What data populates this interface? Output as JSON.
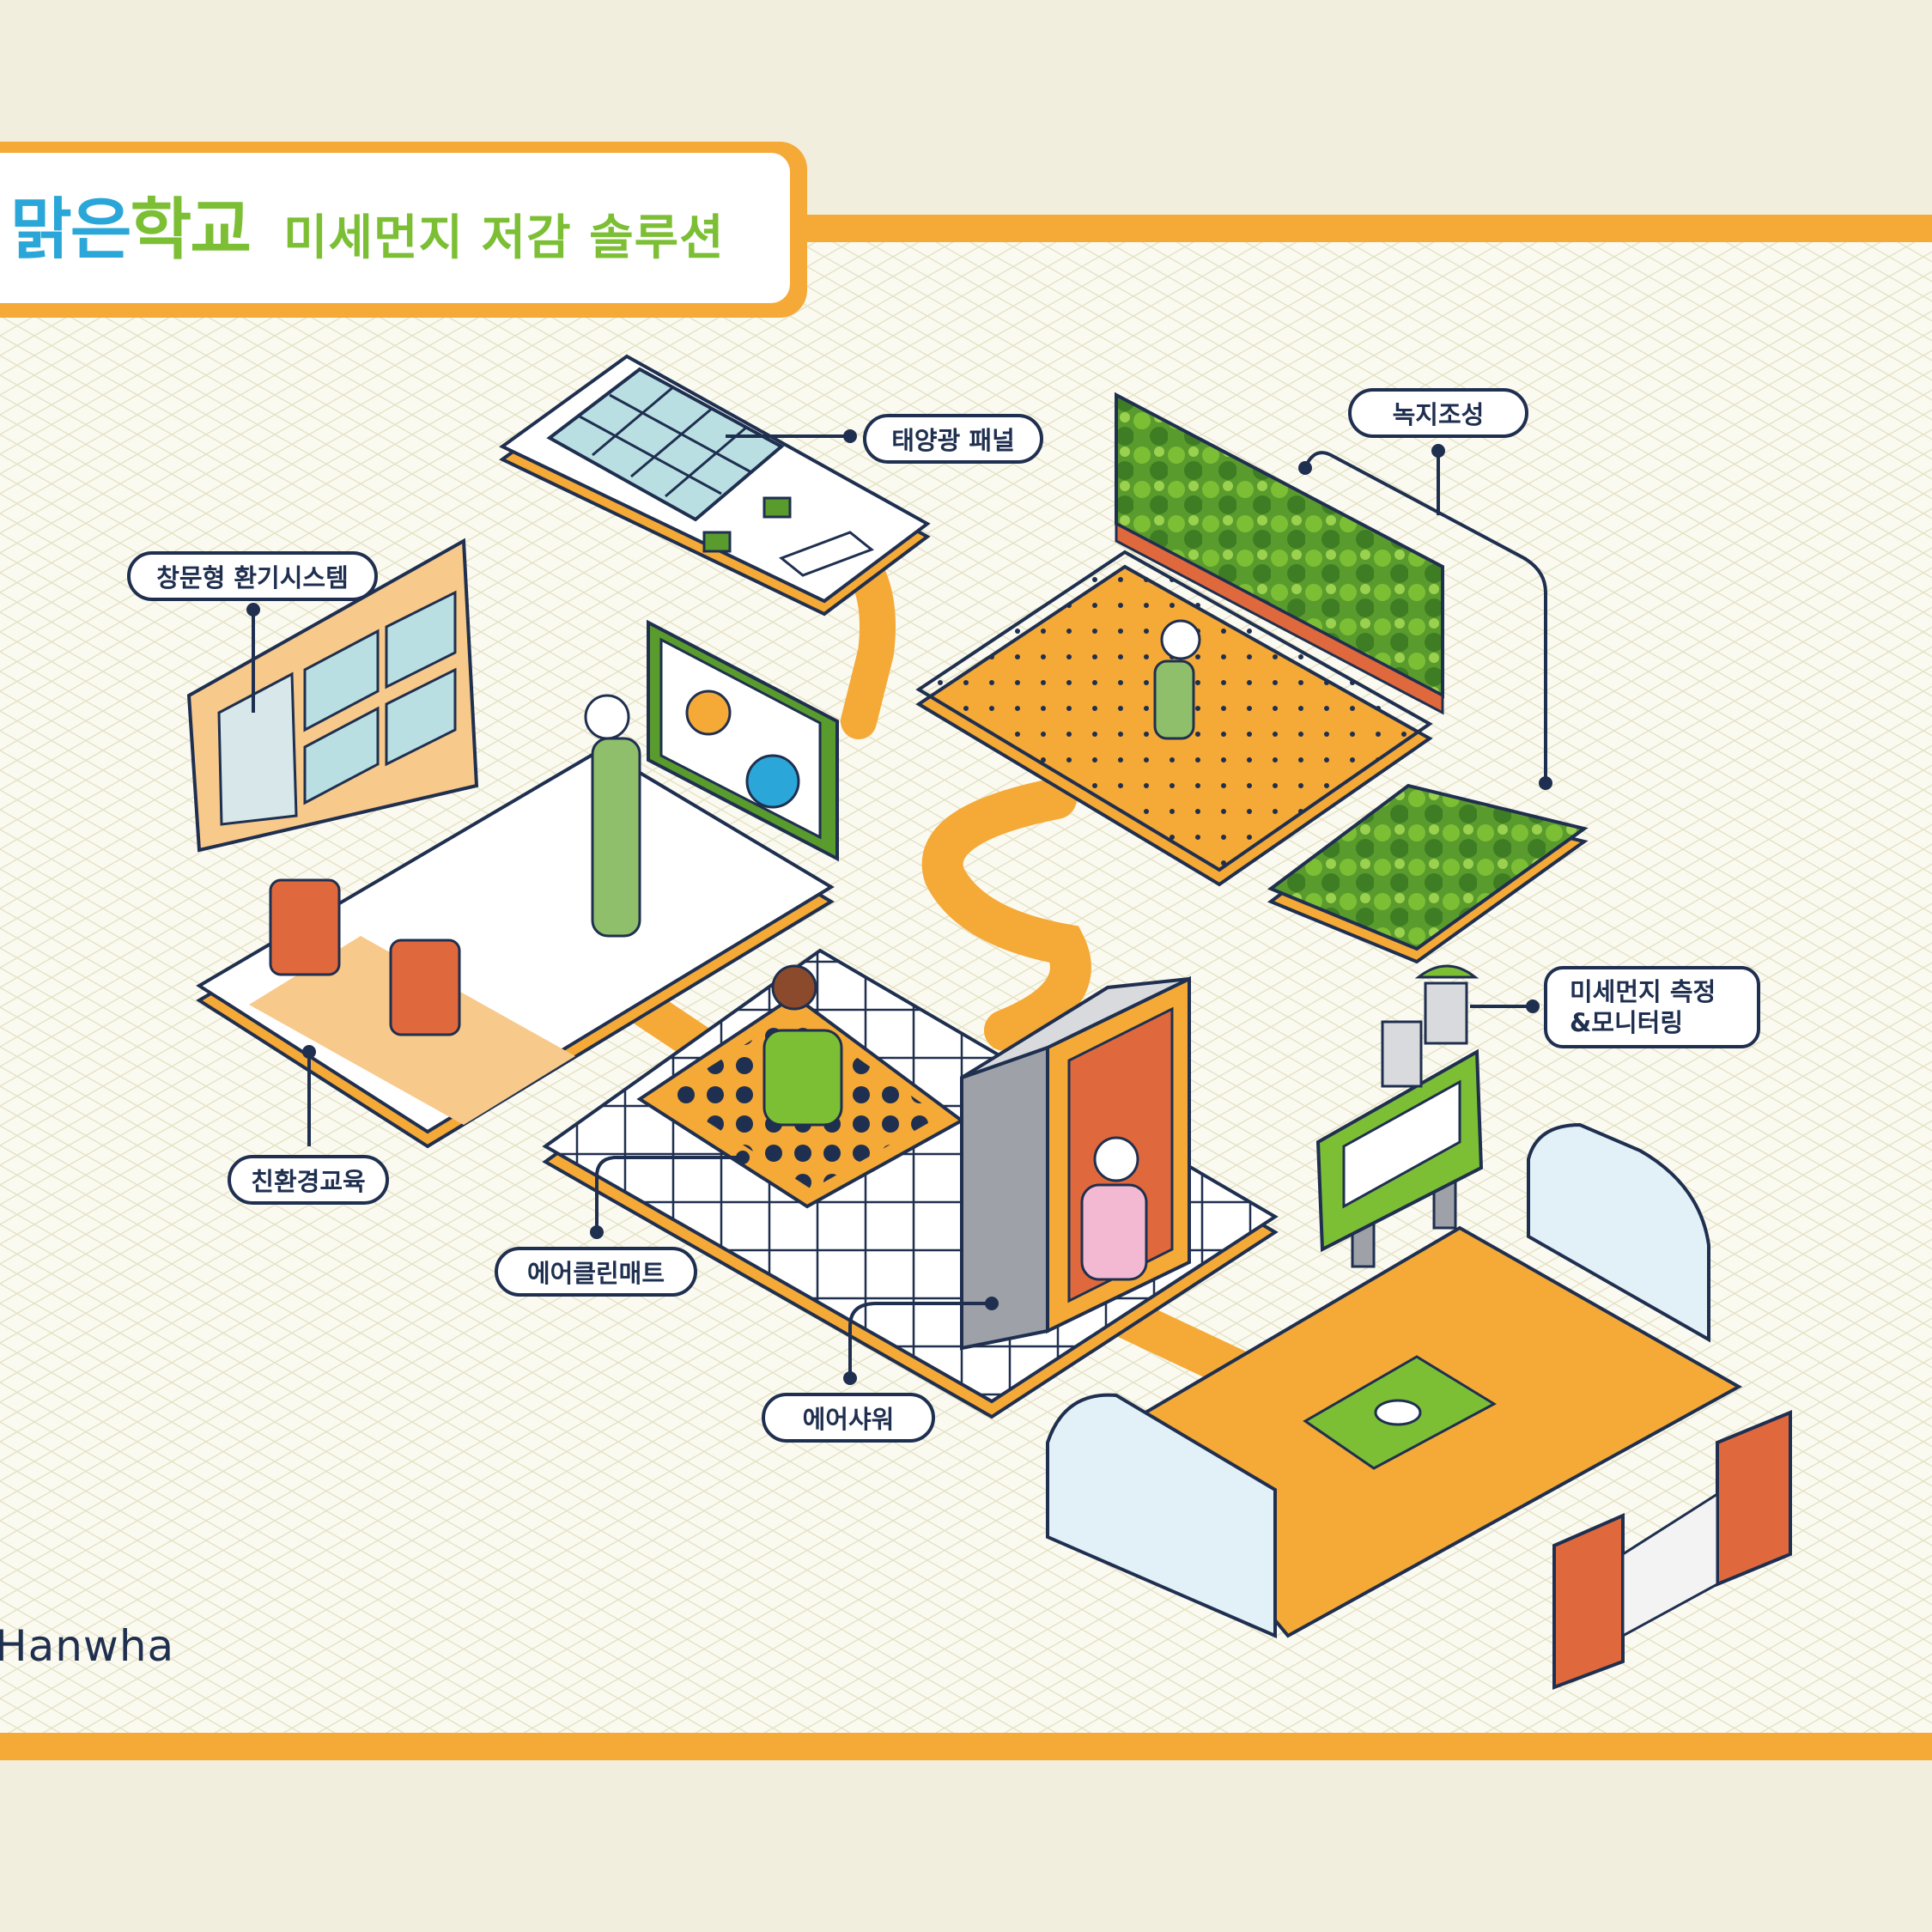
{
  "header": {
    "logo_part1": "맑",
    "logo_part2": "은",
    "logo_part3": "학교",
    "subtitle": "미세먼지 저감 솔루션"
  },
  "callouts": {
    "solar": "태양광 패널",
    "green": "녹지조성",
    "ventilation": "창문형 환기시스템",
    "education": "친환경교육",
    "mat": "에어클린매트",
    "shower": "에어샤워",
    "monitor_line1": "미세먼지 측정",
    "monitor_line2": "&모니터링"
  },
  "brand": "Hanwha",
  "colors": {
    "background": "#f2eedd",
    "orange": "#f5a936",
    "navy": "#1f2f4f",
    "green": "#7cbf35",
    "blue": "#2aa7d8",
    "red": "#e0683d"
  }
}
